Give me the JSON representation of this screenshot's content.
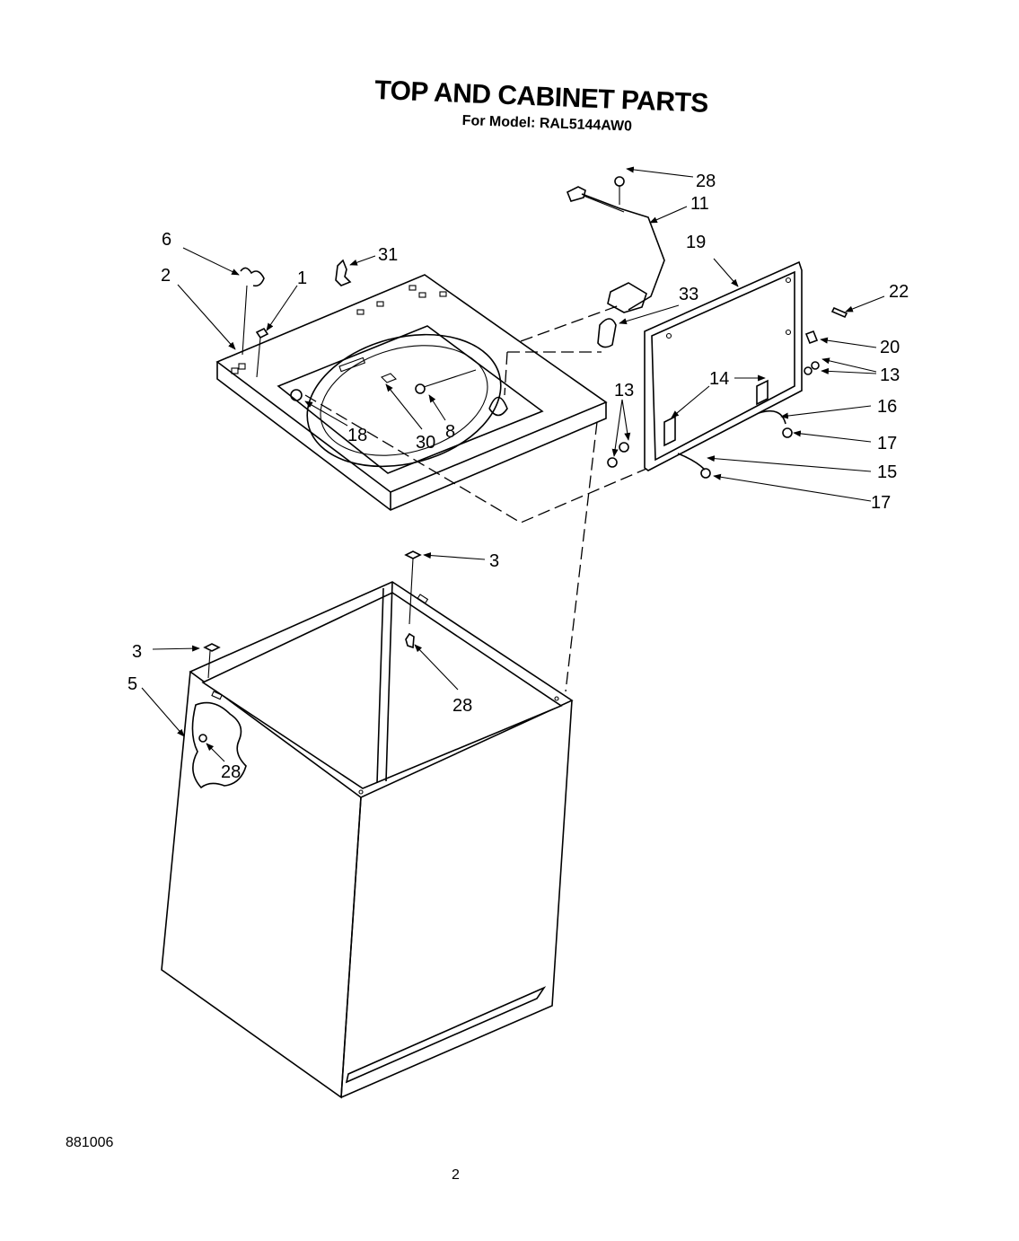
{
  "title": "TOP AND CABINET PARTS",
  "subtitle": "For Model: RAL5144AW0",
  "drawing_code": "881006",
  "page_number": "2",
  "callouts": {
    "c28a": "28",
    "c11": "11",
    "c19": "19",
    "c22": "22",
    "c6": "6",
    "c31": "31",
    "c2": "2",
    "c1": "1",
    "c33": "33",
    "c20": "20",
    "c13a": "13",
    "c14": "14",
    "c13b": "13",
    "c16": "16",
    "c17a": "17",
    "c15": "15",
    "c17b": "17",
    "c18": "18",
    "c30": "30",
    "c8": "8",
    "c3a": "3",
    "c3b": "3",
    "c5": "5",
    "c28b": "28",
    "c28c": "28"
  }
}
